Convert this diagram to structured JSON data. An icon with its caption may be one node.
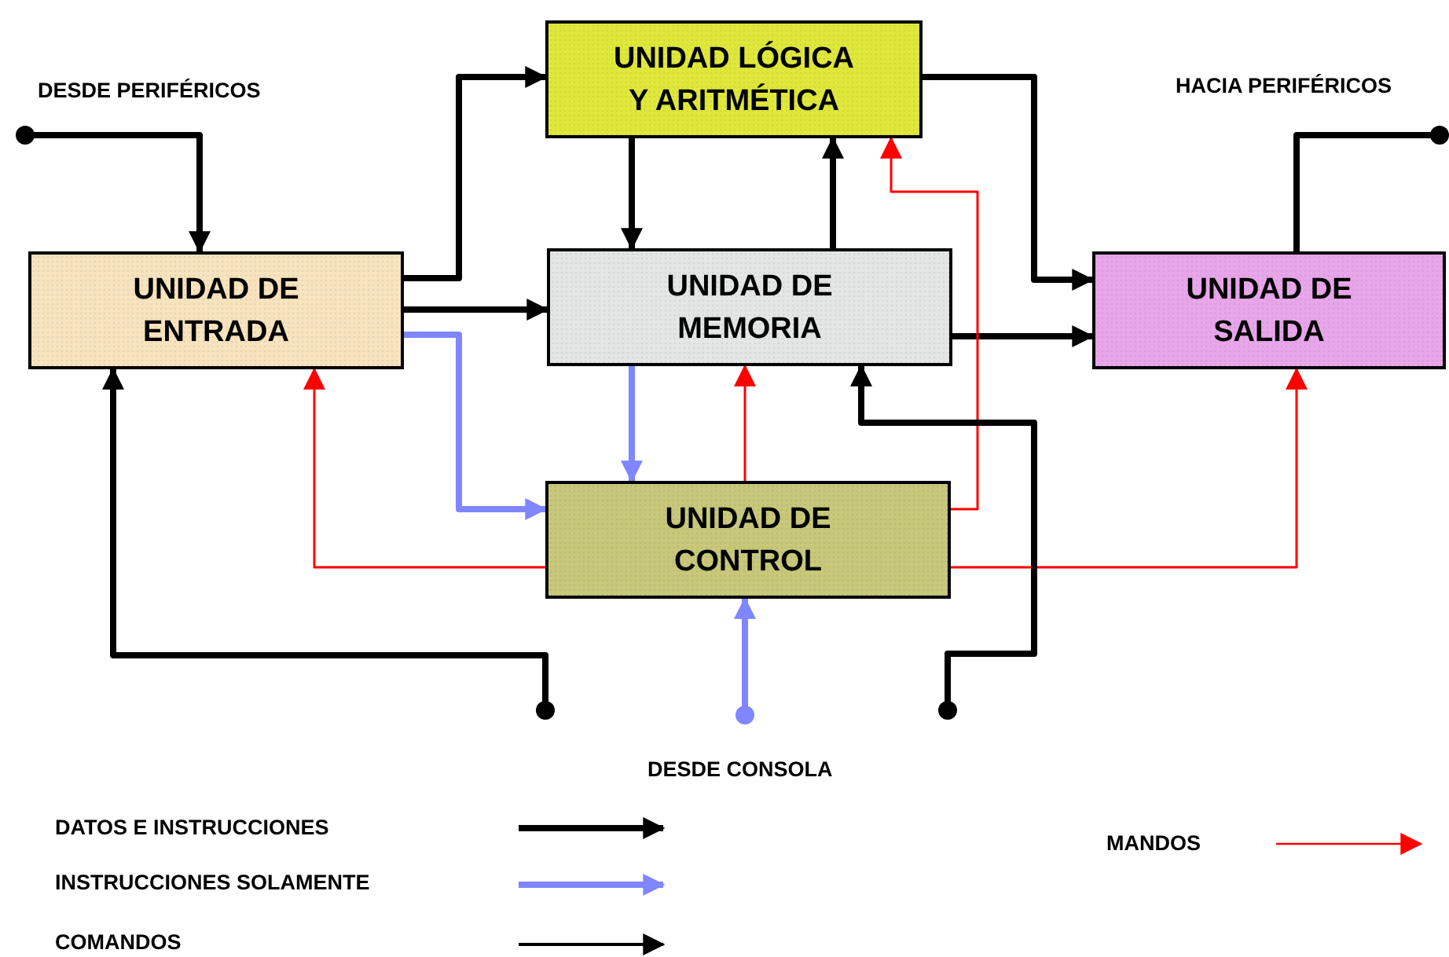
{
  "diagram": {
    "nodes": [
      {
        "text": [
          "UNIDAD LÓGICA Y ARITMÉTICA"
        ]
      },
      {
        "text": [
          "UNIDAD DE ENTRADA"
        ]
      },
      {
        "text": [
          "UNIDAD DE MEMORIA"
        ]
      },
      {
        "text": [
          "UNIDAD DE SALIDA"
        ]
      },
      {
        "text": [
          "UNIDAD DE CONTROL"
        ]
      }
    ],
    "edges": [
      {
        "from": null,
        "to": 1,
        "arrow": "to"
      },
      {
        "from": 1,
        "to": 0,
        "arrow": "to"
      },
      {
        "from": 1,
        "to": 2,
        "arrow": "to"
      },
      {
        "from": 1,
        "to": 4,
        "arrow": "to",
        "color": "#7f86ff"
      },
      {
        "from": 0,
        "to": 2,
        "arrow": "to"
      },
      {
        "from": 2,
        "to": 0,
        "arrow": "to"
      },
      {
        "from": 0,
        "to": 3,
        "arrow": "to"
      },
      {
        "from": 2,
        "to": 3,
        "arrow": "to"
      },
      {
        "from": 2,
        "to": 4,
        "arrow": "to",
        "color": "#7f86ff"
      },
      {
        "from": 4,
        "to": 1,
        "arrow": "to",
        "color": "#ff0000"
      },
      {
        "from": 4,
        "to": 2,
        "arrow": "to",
        "color": "#ff0000"
      },
      {
        "from": 4,
        "to": 0,
        "arrow": "to",
        "color": "#ff0000"
      },
      {
        "from": 4,
        "to": 3,
        "arrow": "to",
        "color": "#ff0000"
      },
      {
        "from": null,
        "to": 1,
        "arrow": "to"
      },
      {
        "from": null,
        "to": 2,
        "arrow": "to"
      },
      {
        "from": null,
        "to": 4,
        "arrow": "to",
        "color": "#7f86ff"
      },
      {
        "from": 3,
        "to": null,
        "arrow": "other"
      }
    ],
    "labels": [
      "DESDE PERIFÉRICOS",
      "HACIA PERIFÉRICOS",
      "DESDE CONSOLA"
    ],
    "legend": [
      {
        "text": "DATOS E INSTRUCCIONES"
      },
      {
        "text": "INSTRUCCIONES SOLAMENTE"
      },
      {
        "text": "COMANDOS"
      },
      {
        "text": "MANDOS"
      }
    ]
  }
}
